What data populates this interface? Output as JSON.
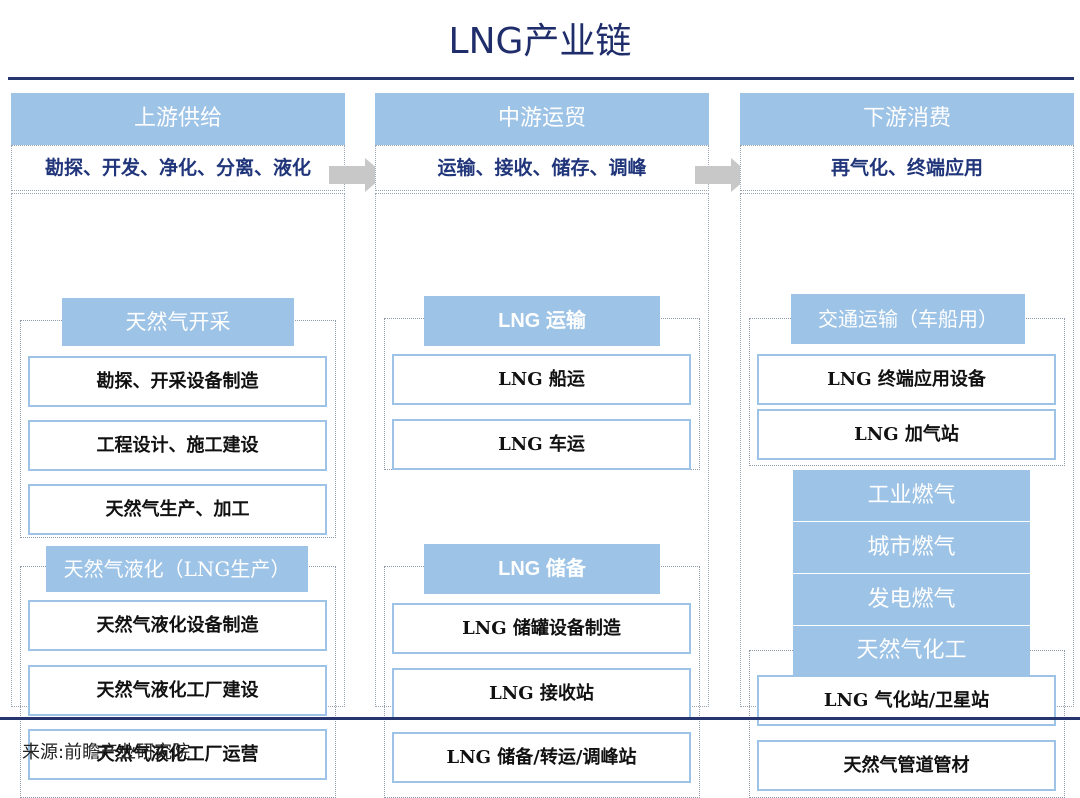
{
  "title": "LNG产业链",
  "columns": [
    {
      "header": "上游供给",
      "sub": "勘探、开发、净化、分离、液化",
      "groups": [
        {
          "title": "天然气开采",
          "items": [
            "勘探、开采设备制造",
            "工程设计、施工建设",
            "天然气生产、加工"
          ]
        },
        {
          "title": "天然气液化（LNG生产）",
          "items": [
            "天然气液化设备制造",
            "天然气液化工厂建设",
            "天然气液化工厂运营"
          ]
        }
      ]
    },
    {
      "header": "中游运贸",
      "sub": "运输、接收、储存、调峰",
      "groups": [
        {
          "title": "LNG 运输",
          "items": [
            "LNG 船运",
            "LNG 车运"
          ]
        },
        {
          "title": "LNG 储备",
          "items": [
            "LNG 储罐设备制造",
            "LNG 接收站",
            "LNG 储备/转运/调峰站"
          ]
        }
      ]
    },
    {
      "header": "下游消费",
      "sub": "再气化、终端应用",
      "groups": [
        {
          "title": "交通运输（车船用）",
          "items": [
            "LNG 终端应用设备",
            "LNG 加气站"
          ]
        },
        {
          "title": "天然气化工",
          "items": [
            "LNG 气化站/卫星站",
            "天然气管道管材"
          ]
        }
      ],
      "bands": [
        "工业燃气",
        "城市燃气",
        "发电燃气"
      ]
    }
  ],
  "source": "来源:前瞻产业研究院",
  "colors": {
    "accent": "#9dc3e6",
    "title": "#1f2d6b",
    "sub_text": "#20357a",
    "rule": "#27356e",
    "arrow": "#c8c8c8"
  }
}
